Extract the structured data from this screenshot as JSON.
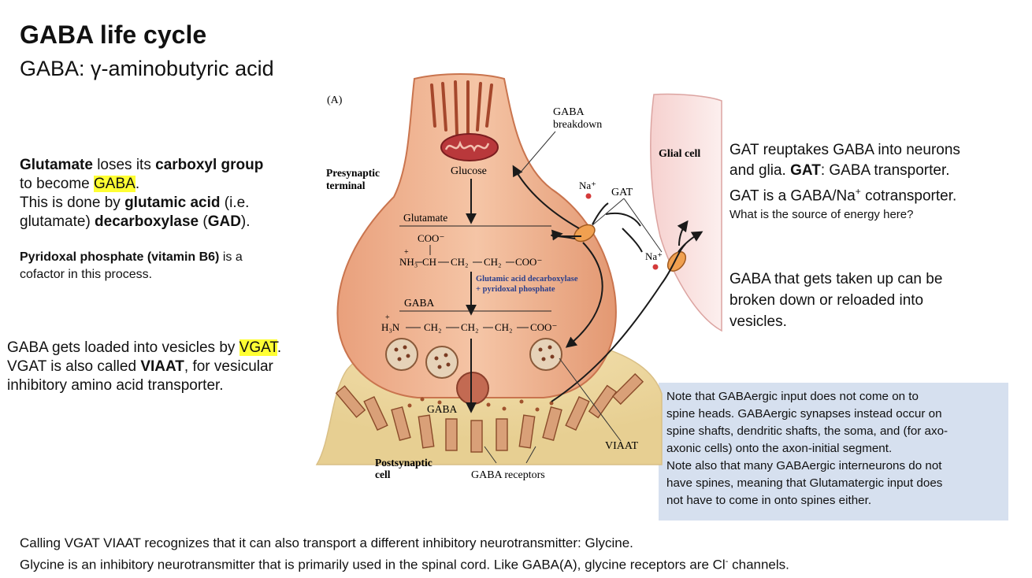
{
  "title": "GABA life cycle",
  "subtitle": "GABA: γ-aminobutyric acid",
  "left_text": {
    "glut_1": "Glutamate",
    "glut_2": " loses its ",
    "glut_3": "carboxyl group",
    "glut_4": "to become ",
    "glut_5": "GABA",
    "glut_6": ".",
    "gad_1": "This is done by ",
    "gad_2": "glutamic acid",
    "gad_3": " (i.e.",
    "gad_4": "glutamate) ",
    "gad_5": "decarboxylase",
    "gad_6": "  (",
    "gad_7": "GAD",
    "gad_8": ").",
    "b6_1": "Pyridoxal phosphate (vitamin B6)",
    "b6_2": " is a",
    "b6_3": "cofactor in this process.",
    "vgat_1": "GABA gets loaded into vesicles by ",
    "vgat_2": "VGAT",
    "vgat_3": ".",
    "vgat_4": "VGAT is also called ",
    "vgat_5": "VIAAT",
    "vgat_6": ", for vesicular",
    "vgat_7": "inhibitory amino acid transporter."
  },
  "right_text": {
    "gat_1": "GAT reuptakes GABA into neurons",
    "gat_2": "and glia.  ",
    "gat_3": "GAT",
    "gat_4": ": GABA transporter.",
    "gat_5": "GAT is a GABA/Na",
    "gat_6": "+",
    "gat_7": " cotransporter.",
    "gat_question": "What is the source of energy here?",
    "reload_1": "GABA that gets taken up can be",
    "reload_2": "broken down or reloaded into",
    "reload_3": "vesicles."
  },
  "note": {
    "line1": "Note that GABAergic input does not come on to",
    "line2": "spine heads.  GABAergic synapses instead occur on",
    "line3": "spine shafts, dendritic shafts, the soma, and (for axo-",
    "line4": "axonic cells) onto the axon-initial segment.",
    "line5": "Note also that many GABAergic interneurons do not",
    "line6": "have spines, meaning that Glutamatergic input does",
    "line7": "not have to come in onto spines either."
  },
  "footer": {
    "line1": "Calling VGAT VIAAT recognizes that it can also transport a different inhibitory neurotransmitter: Glycine.",
    "line2a": "Glycine is an inhibitory neurotransmitter that is primarily used in the spinal cord.  Like GABA(A), glycine receptors are Cl",
    "line2sup": "-",
    "line2b": " channels."
  },
  "diagram": {
    "panel": "(A)",
    "presynaptic_1": "Presynaptic",
    "presynaptic_2": "terminal",
    "postsynaptic_1": "Postsynaptic",
    "postsynaptic_2": "cell",
    "glial": "Glial cell",
    "breakdown_1": "GABA",
    "breakdown_2": "breakdown",
    "glucose": "Glucose",
    "glutamate": "Glutamate",
    "coo": "COO⁻",
    "nh3": "NH₃",
    "ch": "CH",
    "ch2a": "CH₂",
    "ch2b": "CH₂",
    "cooend": "COO⁻",
    "gad_label_1": "Glutamic acid decarboxylase",
    "gad_label_2": "+ pyridoxal phosphate",
    "gaba": "GABA",
    "h3n": "H₃N",
    "g_ch2a": "CH₂",
    "g_ch2b": "CH₂",
    "g_ch2c": "CH₂",
    "g_coo": "COO⁻",
    "cleft_gaba": "GABA",
    "na1": "Na⁺",
    "na2": "Na⁺",
    "gat": "GAT",
    "viaat": "VIAAT",
    "receptors": "GABA receptors",
    "plus": "+"
  }
}
